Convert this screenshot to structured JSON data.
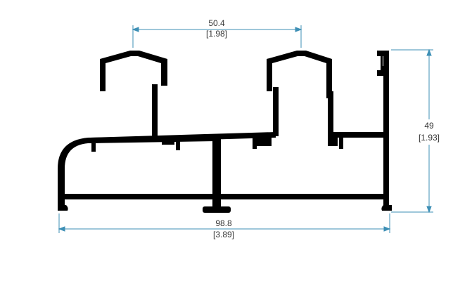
{
  "dimensions": {
    "top_width": {
      "value": "50.4",
      "imperial": "[1.98]"
    },
    "height": {
      "value": "49",
      "imperial": "[1.93]"
    },
    "overall_width": {
      "value": "98.8",
      "imperial": "[3.89]"
    }
  },
  "colors": {
    "profile": "#000000",
    "dimension_line": "#3d8fb5",
    "text": "#333333",
    "background": "#ffffff"
  }
}
